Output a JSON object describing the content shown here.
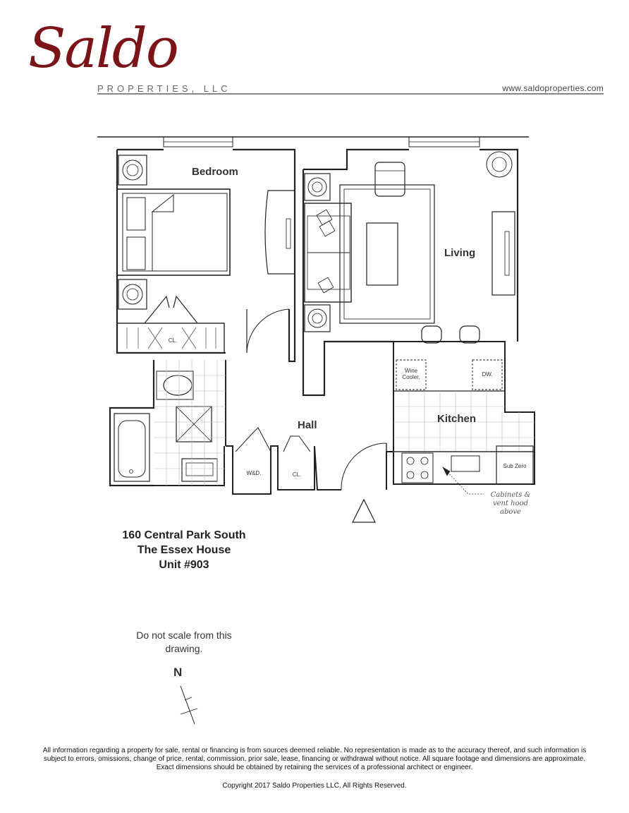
{
  "header": {
    "logo_script": "Saldo",
    "logo_sub": "PROPERTIES, LLC",
    "website": "www.saldoproperties.com",
    "brand_color": "#7a1418"
  },
  "plan": {
    "rooms": {
      "bedroom": "Bedroom",
      "living": "Living",
      "kitchen": "Kitchen",
      "hall": "Hall"
    },
    "fixtures": {
      "closet_bedroom": "CL.",
      "closet_hall": "CL.",
      "washer_dryer": "W&D.",
      "wine_cooler": "Wine Cooler.",
      "dishwasher": "DW.",
      "sub_zero": "Sub Zero"
    },
    "note": "Cabinets & vent hood above"
  },
  "address": {
    "line1": "160 Central Park South",
    "line2": "The Essex House",
    "line3": "Unit #903"
  },
  "notice": "Do not scale from this drawing.",
  "compass": "N",
  "footer": {
    "disclaimer": "All information regarding a property for sale, rental or financing is from sources deemed reliable. No representation is made as to the accuracy thereof, and such information is subject to errors, omissions, change of price, rental, commission, prior sale, lease, financing or withdrawal without notice. All square footage and dimensions are approximate. Exact dimensions should be obtained by retaining the services of a professional architect or engineer.",
    "copyright": "Copyright 2017 Saldo Properties LLC. All Rights Reserved."
  }
}
